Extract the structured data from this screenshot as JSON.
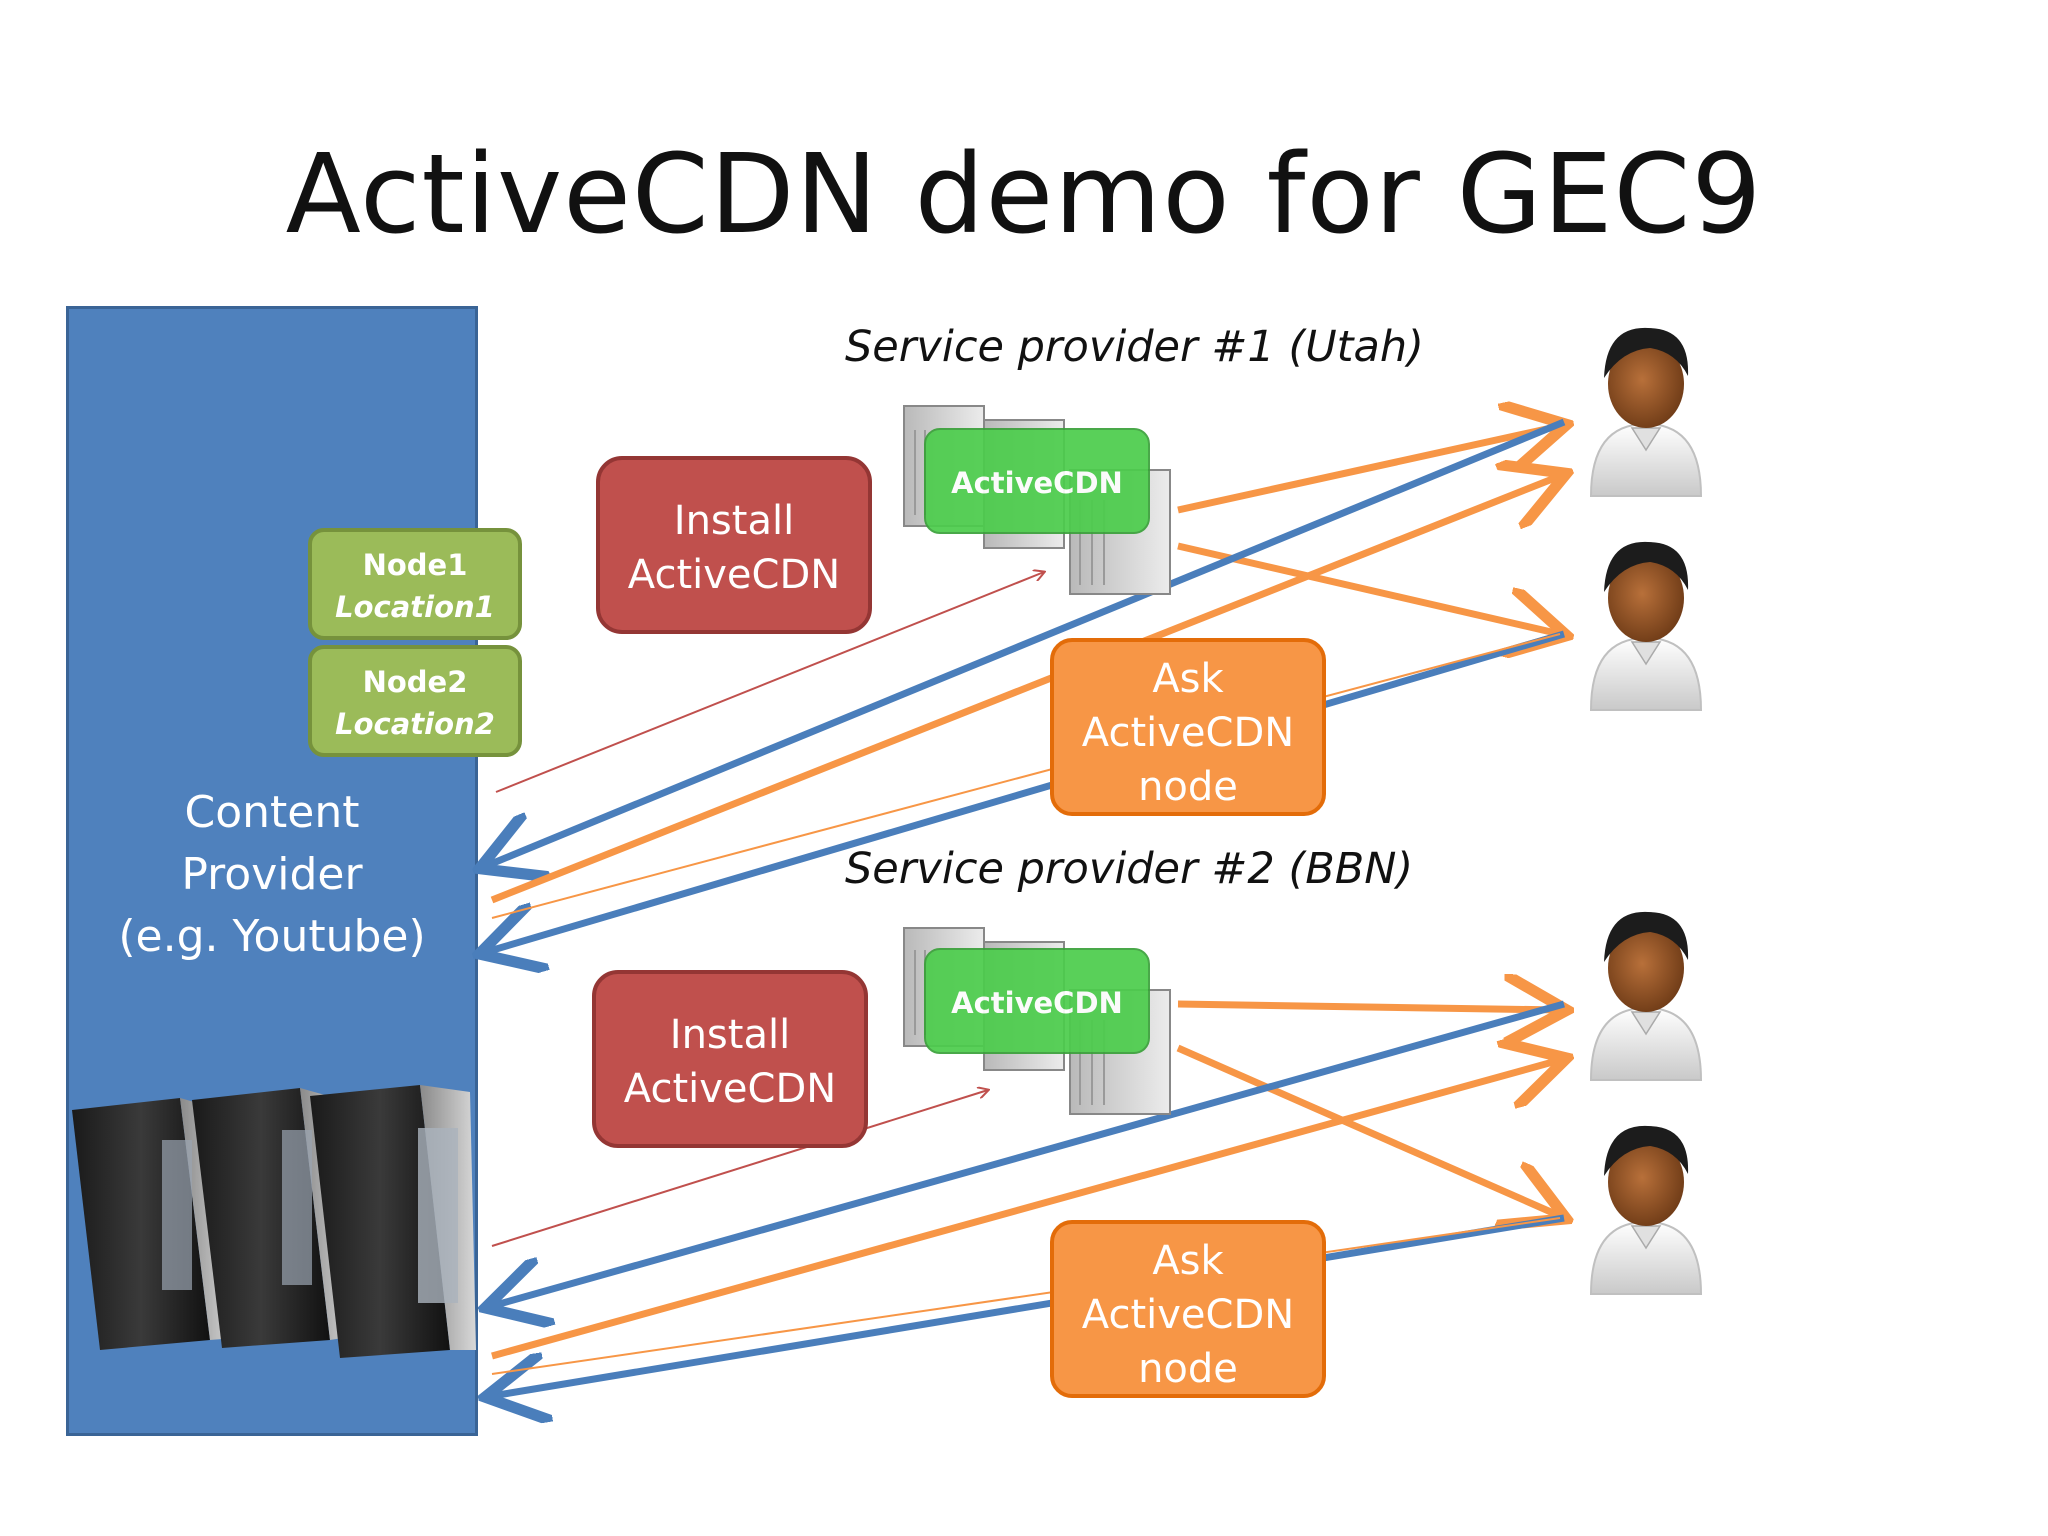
{
  "title": "ActiveCDN demo for GEC9",
  "content_provider": {
    "line1": "Content",
    "line2": "Provider",
    "line3": "(e.g. Youtube)"
  },
  "nodes": [
    {
      "name": "Node1",
      "location": "Location1"
    },
    {
      "name": "Node2",
      "location": "Location2"
    }
  ],
  "service_providers": [
    {
      "label": "Service provider #1 (Utah)",
      "badge": "ActiveCDN",
      "install": {
        "line1": "Install",
        "line2": "ActiveCDN"
      },
      "ask": {
        "line1": "Ask",
        "line2": "ActiveCDN",
        "line3": "node"
      }
    },
    {
      "label": "Service provider #2 (BBN)",
      "badge": "ActiveCDN",
      "install": {
        "line1": "Install",
        "line2": "ActiveCDN"
      },
      "ask": {
        "line1": "Ask",
        "line2": "ActiveCDN",
        "line3": "node"
      }
    }
  ],
  "colors": {
    "provider_panel": "#4f81bd",
    "node_green": "#9bbb59",
    "install_red": "#c0504d",
    "ask_orange": "#f79646",
    "activecdn_green": "#4ccd4c",
    "arrow_blue": "#4a7ebb",
    "arrow_orange": "#f79646",
    "arrow_red": "#c0504d"
  },
  "icons": [
    "server-rack-icon",
    "user-icon"
  ]
}
